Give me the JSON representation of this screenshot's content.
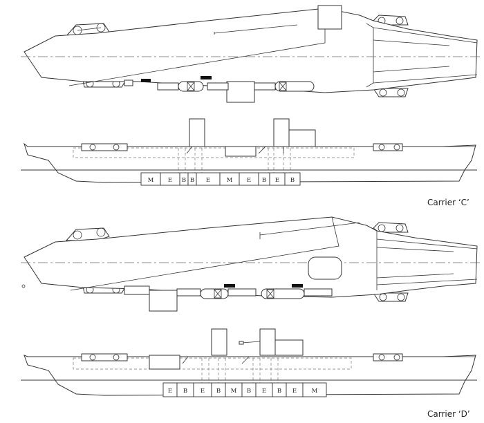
{
  "carrier_c": {
    "label": "Carrier ‘C’",
    "compartments": [
      "M",
      "E",
      "B",
      "B",
      "E",
      "M",
      "E",
      "B",
      "E",
      "B"
    ]
  },
  "carrier_d": {
    "label": "Carrier ‘D’",
    "compartments": [
      "E",
      "B",
      "E",
      "B",
      "M",
      "B",
      "E",
      "B",
      "E",
      "M"
    ]
  }
}
